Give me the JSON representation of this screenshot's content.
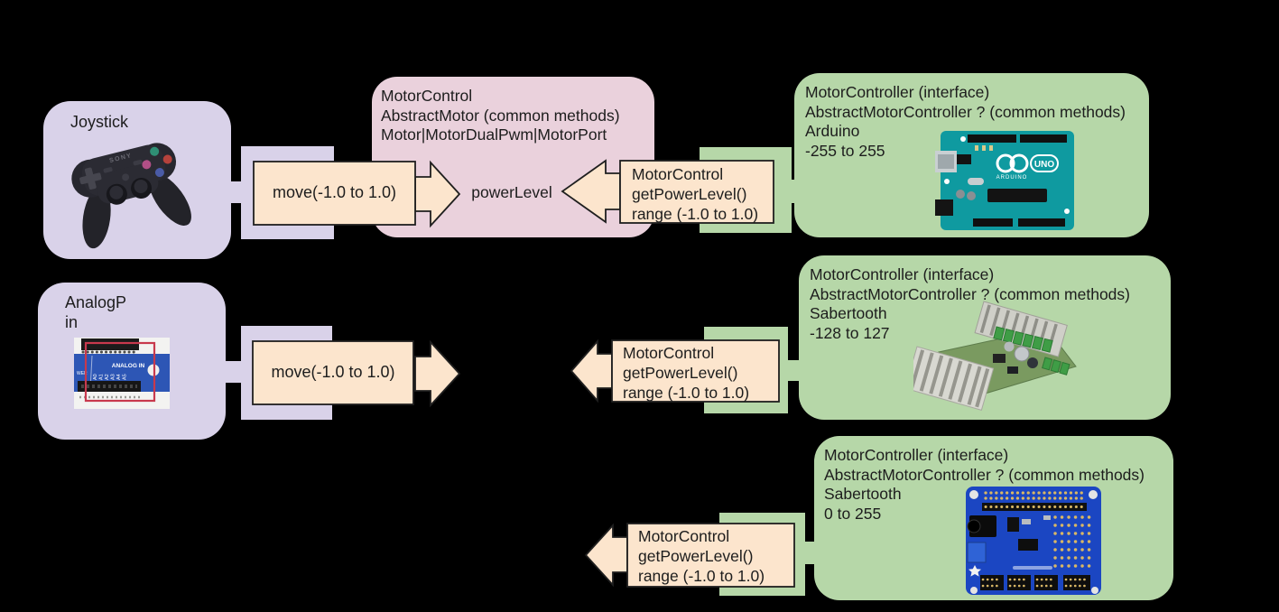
{
  "background_color": "#000000",
  "palette": {
    "source_box_fill": "#D9D2E9",
    "control_box_fill": "#EAD1DC",
    "controller_box_fill": "#B6D7A8",
    "arrow_fill": "#FCE5CD",
    "arrow_outline": "#1f1f1f",
    "text_color": "#1d1d1d"
  },
  "joystick_box": {
    "title": "Joystick",
    "image": "playstation-controller-photo",
    "image_text": {
      "brand": "SONY"
    }
  },
  "analog_pin_box": {
    "title_lines": [
      "AnalogP",
      "in"
    ],
    "image": "arduino-analog-in-photo",
    "image_text": {
      "header": "ANALOG IN",
      "left_fragment": "WER",
      "pins": [
        "A0",
        "A1",
        "A2",
        "A3",
        "A4",
        "A5"
      ]
    }
  },
  "motor_control_box": {
    "lines": [
      "MotorControl",
      "AbstractMotor (common methods)",
      "Motor|MotorDualPwm|MotorPort"
    ],
    "power_label": "powerLevel"
  },
  "arrows": {
    "move_label": "move(-1.0 to 1.0)",
    "get_power_lines": [
      "MotorControl",
      "getPowerLevel()",
      "range (-1.0 to 1.0)"
    ]
  },
  "controller_boxes": [
    {
      "lines": [
        "MotorController (interface)",
        "AbstractMotorController ? (common methods)",
        "Arduino",
        "-255 to 255"
      ],
      "image": "arduino-uno-photo",
      "image_text": {
        "model": "UNO",
        "brand": "ARDUINO"
      }
    },
    {
      "lines": [
        "MotorController (interface)",
        "AbstractMotorController ? (common methods)",
        "Sabertooth",
        "-128 to 127"
      ],
      "image": "sabertooth-driver-photo"
    },
    {
      "lines": [
        "MotorController (interface)",
        "AbstractMotorController ? (common methods)",
        "Sabertooth",
        "0 to 255"
      ],
      "image": "pwm-servo-hat-photo"
    }
  ]
}
